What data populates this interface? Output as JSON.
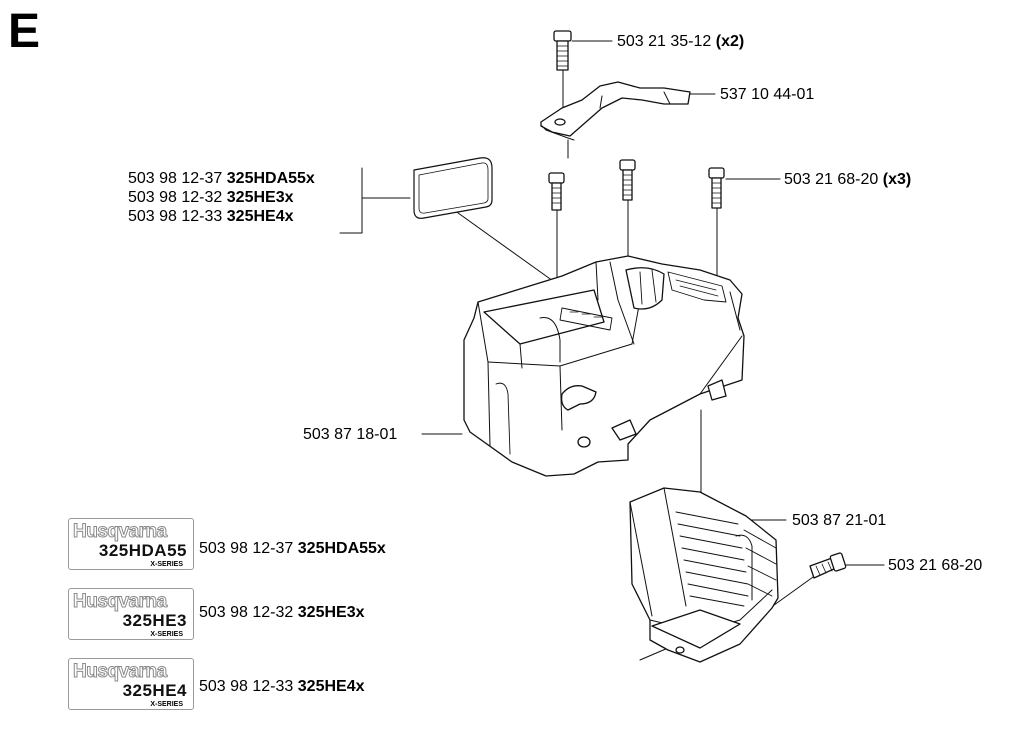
{
  "section": {
    "letter": "E"
  },
  "callouts": [
    {
      "part": "503 21 35-12",
      "qty": "(x2)"
    },
    {
      "part": "537 10 44-01",
      "qty": ""
    },
    {
      "part": "503 21 68-20",
      "qty": "(x3)"
    },
    {
      "part": "503 87 18-01",
      "qty": ""
    },
    {
      "part": "503 87 21-01",
      "qty": ""
    },
    {
      "part": "503 21 68-20",
      "qty": ""
    }
  ],
  "label_group": [
    {
      "part": "503 98 12-37",
      "model": "325HDA55x"
    },
    {
      "part": "503 98 12-32",
      "model": "325HE3x"
    },
    {
      "part": "503 98 12-33",
      "model": "325HE4x"
    }
  ],
  "decals": [
    {
      "brand": "Husqvarna",
      "model": "325HDA55",
      "series": "X-SERIES",
      "part": "503 98 12-37",
      "code": "325HDA55x"
    },
    {
      "brand": "Husqvarna",
      "model": "325HE3",
      "series": "X-SERIES",
      "part": "503 98 12-32",
      "code": "325HE3x"
    },
    {
      "brand": "Husqvarna",
      "model": "325HE4",
      "series": "X-SERIES",
      "part": "503 98 12-33",
      "code": "325HE4x"
    }
  ]
}
